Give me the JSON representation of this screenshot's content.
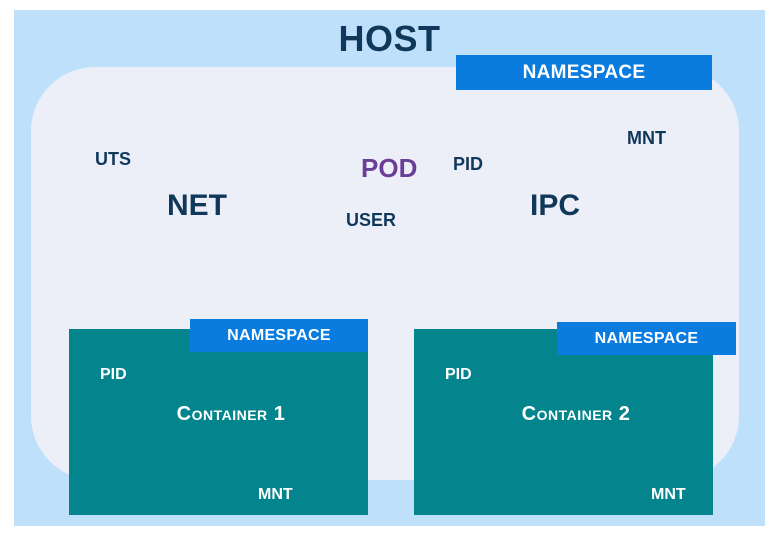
{
  "host": {
    "title": "HOST",
    "namespace_label": "NAMESPACE"
  },
  "pod": {
    "title": "POD",
    "namespaces": {
      "uts": "UTS",
      "net": "NET",
      "user": "USER",
      "pid": "PID",
      "ipc": "IPC",
      "mnt": "MNT"
    }
  },
  "containers": [
    {
      "name": "Container 1",
      "namespace_label": "NAMESPACE",
      "pid": "PID",
      "mnt": "MNT"
    },
    {
      "name": "Container 2",
      "namespace_label": "NAMESPACE",
      "pid": "PID",
      "mnt": "MNT"
    }
  ],
  "colors": {
    "host_bg": "#bfe0fb",
    "pod_bg": "#eceff8",
    "namespace_badge": "#0a7ce0",
    "container_bg": "#04858d",
    "dark_text": "#10385a",
    "pod_title": "#6a3d98"
  }
}
